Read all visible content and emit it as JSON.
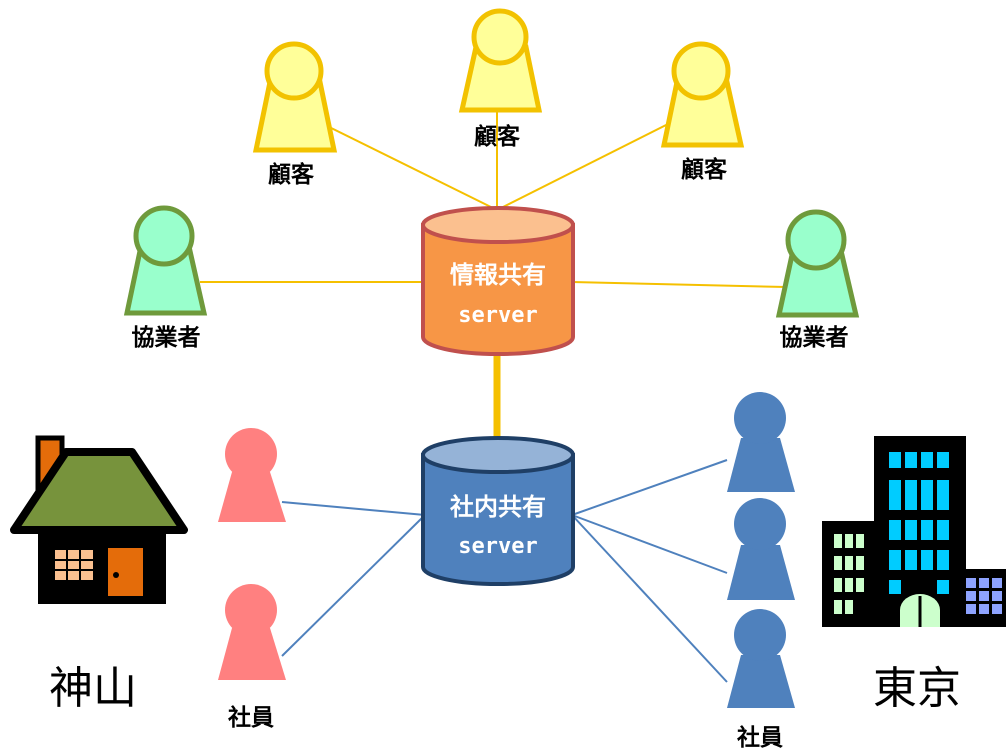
{
  "servers": {
    "info": {
      "line1": "情報共有",
      "line2": "server"
    },
    "internal": {
      "line1": "社内共有",
      "line2": "server"
    }
  },
  "labels": {
    "customer_left": "顧客",
    "customer_center": "顧客",
    "customer_right": "顧客",
    "partner_left": "協業者",
    "partner_right": "協業者",
    "employee_left": "社員",
    "employee_right": "社員"
  },
  "places": {
    "kamiyama": "神山",
    "tokyo": "東京"
  },
  "colors": {
    "customer": "#ffff99",
    "customer_outline": "#f2c200",
    "partner": "#99ffcc",
    "partner_outline": "#6f9a3c",
    "employee_left": "#ff8080",
    "employee_right": "#4f81bd",
    "info_server": "#f79646",
    "internal_server": "#4f81bd",
    "info_link": "#f5c000",
    "internal_link": "#4f81bd"
  }
}
